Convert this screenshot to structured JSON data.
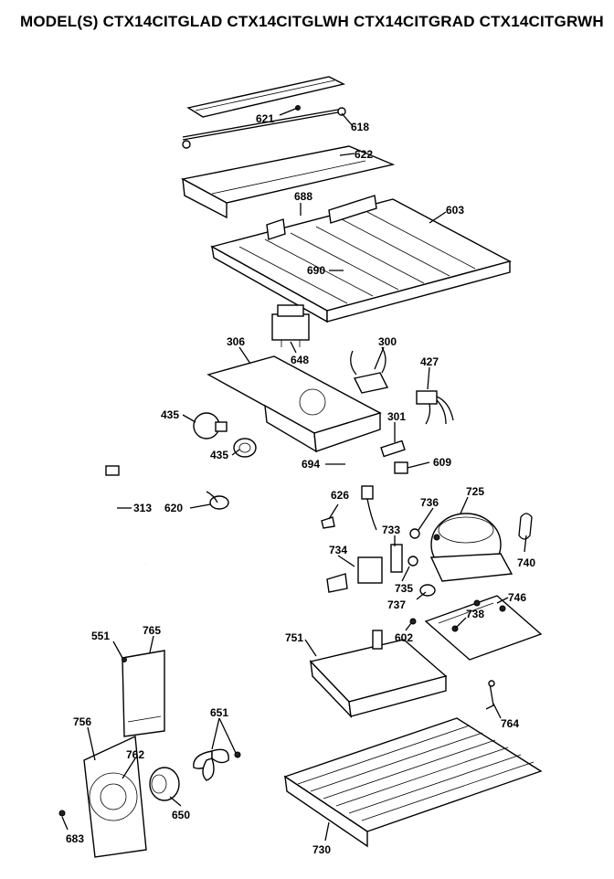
{
  "header": {
    "title": "MODEL(S) CTX14CITGLAD  CTX14CITGLWH  CTX14CITGRAD  CTX14CITGRWH"
  },
  "callouts": {
    "c621": "621",
    "c618": "618",
    "c622": "622",
    "c688": "688",
    "c603": "603",
    "c690": "690",
    "c648": "648",
    "c306": "306",
    "c300": "300",
    "c427": "427",
    "c435a": "435",
    "c435b": "435",
    "c301": "301",
    "c694": "694",
    "c609": "609",
    "c313": "313",
    "c620": "620",
    "c626": "626",
    "c736": "736",
    "c725": "725",
    "c733": "733",
    "c734": "734",
    "c740": "740",
    "c735": "735",
    "c737": "737",
    "c746": "746",
    "c738": "738",
    "c602": "602",
    "c551": "551",
    "c765": "765",
    "c751": "751",
    "c651": "651",
    "c756": "756",
    "c762": "762",
    "c764": "764",
    "c683": "683",
    "c650": "650",
    "c730": "730"
  }
}
